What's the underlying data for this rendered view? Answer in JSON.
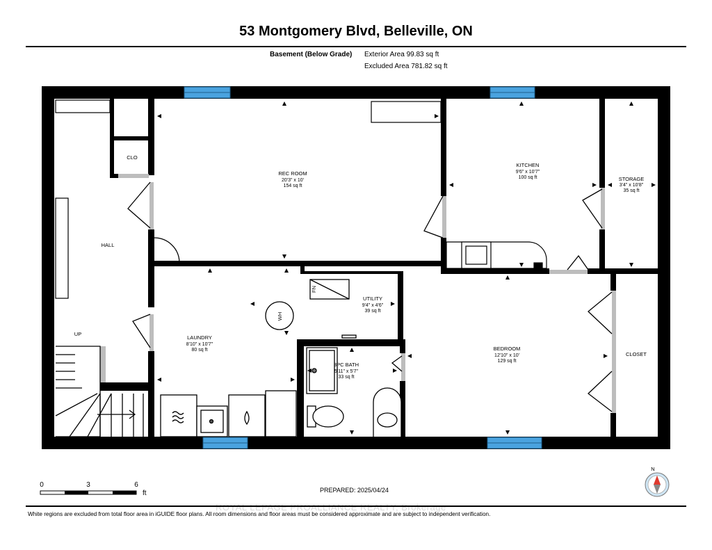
{
  "header": {
    "title": "53 Montgomery Blvd, Belleville, ON",
    "floor_name": "Basement (Below Grade)",
    "exterior_area": "Exterior Area 99.83 sq ft",
    "excluded_area": "Excluded Area 781.82 sq ft"
  },
  "rooms": {
    "rec_room": {
      "name": "REC ROOM",
      "dims": "20'3\" x 10'",
      "area": "154 sq ft"
    },
    "kitchen": {
      "name": "KITCHEN",
      "dims": "9'6\" x 10'7\"",
      "area": "100 sq ft"
    },
    "storage": {
      "name": "STORAGE",
      "dims": "3'4\" x 10'8\"",
      "area": "35 sq ft"
    },
    "clo": {
      "name": "CLO"
    },
    "hall": {
      "name": "HALL"
    },
    "up": {
      "name": "UP"
    },
    "laundry": {
      "name": "LAUNDRY",
      "dims": "8'10\" x 10'7\"",
      "area": "80 sq ft"
    },
    "utility": {
      "name": "UTILITY",
      "dims": "9'4\" x 4'6\"",
      "area": "39 sq ft"
    },
    "bath": {
      "name": "3PC BATH",
      "dims": "5'11\" x 5'7\"",
      "area": "33 sq ft"
    },
    "bedroom": {
      "name": "BEDROOM",
      "dims": "12'10\" x 10'",
      "area": "129 sq ft"
    },
    "closet": {
      "name": "CLOSET"
    }
  },
  "fixtures": {
    "water_heater": "WH",
    "furnace": "FN"
  },
  "scale": {
    "ticks": [
      "0",
      "3",
      "6"
    ],
    "unit": "ft"
  },
  "compass": {
    "label": "N"
  },
  "footer": {
    "prepared": "PREPARED: 2025/04/24",
    "disclaimer": "White regions are excluded from total floor area in iGUIDE floor plans. All room dimensions and floor areas must be considered approximate and are subject to independent verification.",
    "watermark": "ROYAL LEPAGE PROALLIANCE REALTY, Brokerage"
  },
  "colors": {
    "wall": "#000000",
    "window": "#4aa3df",
    "compass_red": "#e03a2f",
    "compass_bg": "#cfe6f5"
  }
}
